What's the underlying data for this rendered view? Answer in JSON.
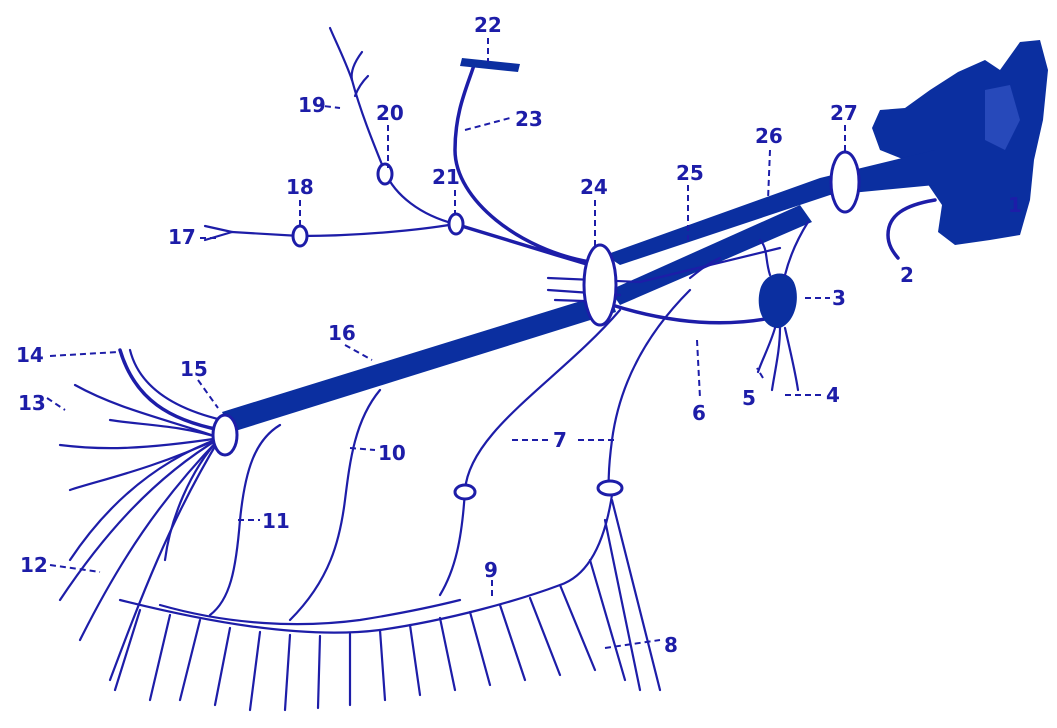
{
  "diagram": {
    "ink_color": "#1d1da8",
    "body_color": "#0b2fa0",
    "labels": [
      "1",
      "2",
      "3",
      "4",
      "5",
      "6",
      "7",
      "8",
      "9",
      "10",
      "11",
      "12",
      "13",
      "14",
      "15",
      "16",
      "17",
      "18",
      "19",
      "20",
      "21",
      "22",
      "23",
      "24",
      "25",
      "26",
      "27"
    ]
  }
}
